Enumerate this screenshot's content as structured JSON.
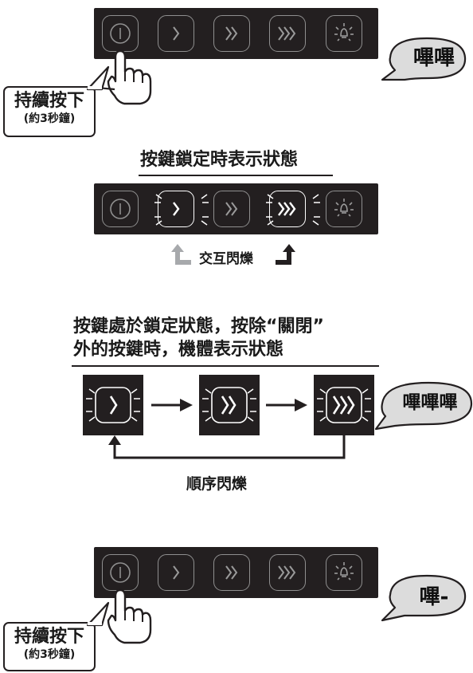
{
  "section1": {
    "beep": "嗶嗶",
    "press_label": "持續按下",
    "press_sub": "(約3秒鐘)"
  },
  "section2": {
    "title": "按鍵鎖定時表示狀態",
    "caption": "交互閃爍"
  },
  "section3": {
    "title_line1": "按鍵處於鎖定狀態，按除“關閉”",
    "title_line2": "外的按鍵時，機體表示狀態",
    "beep": "嗶嗶嗶",
    "caption": "順序閃爍"
  },
  "section4": {
    "beep": "嗶-",
    "press_label": "持續按下",
    "press_sub": "(約3秒鐘)"
  },
  "icons": [
    "power-icon",
    "chevron-single-icon",
    "chevron-double-icon",
    "chevron-triple-icon",
    "light-icon",
    "hand-pointer-icon"
  ],
  "colors": {
    "panel": "#231f20",
    "key_border": "#8f8f8f",
    "lit": "#ffffff",
    "arrow_gray": "#a7a9ac",
    "bubble_fill": "#dcdcdc"
  }
}
